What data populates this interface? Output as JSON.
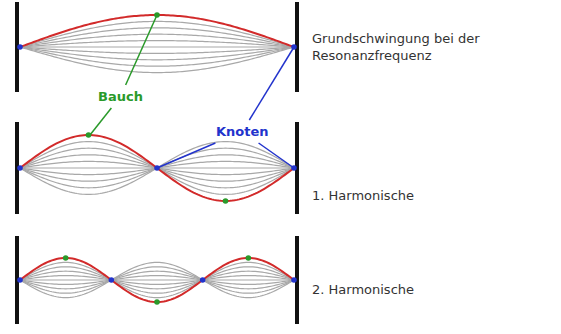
{
  "diagram": {
    "labels": [
      "Bauch",
      "Knoten",
      "Grundschwingung bei der Resonanzfrequenz",
      "1. Harmonische",
      "2. Harmonische"
    ]
  }
}
